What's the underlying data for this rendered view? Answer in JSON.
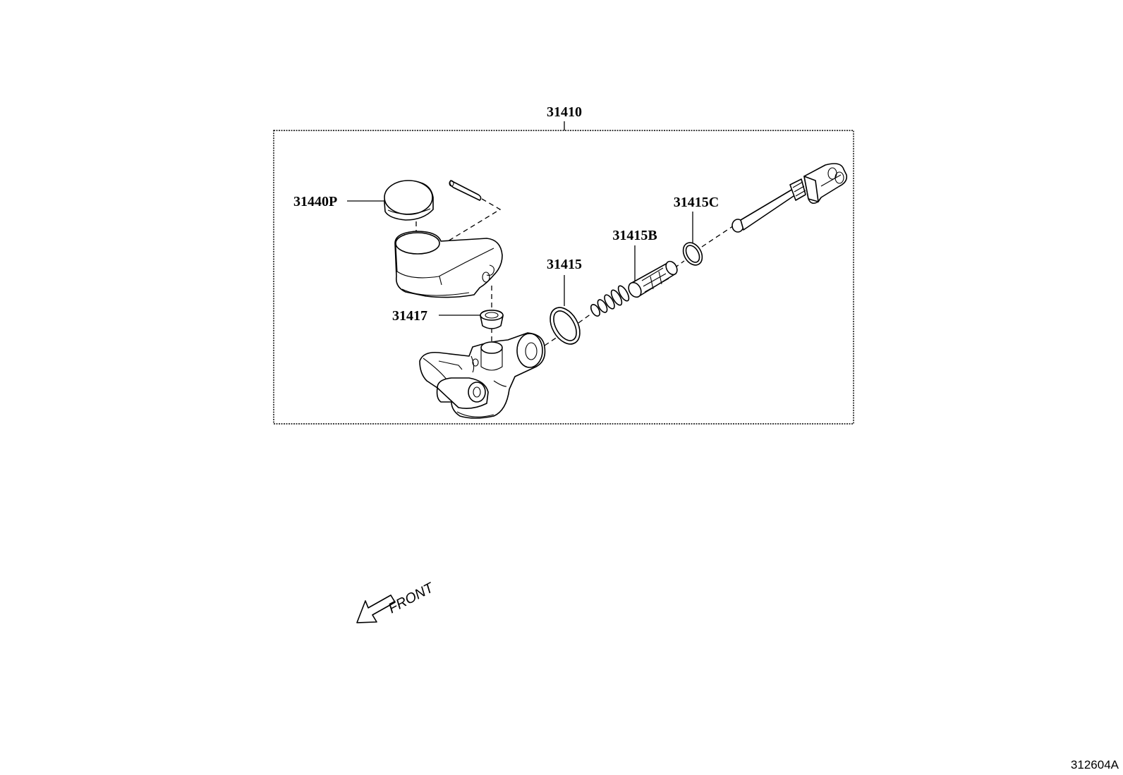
{
  "diagram": {
    "assembly_label": "31410",
    "part_labels": {
      "reservoir_cap": "31440P",
      "grommet": "31417",
      "o_ring": "31415",
      "piston_kit": "31415B",
      "snap_ring": "31415C"
    },
    "front_indicator": "FRONT",
    "diagram_id": "312604A"
  }
}
